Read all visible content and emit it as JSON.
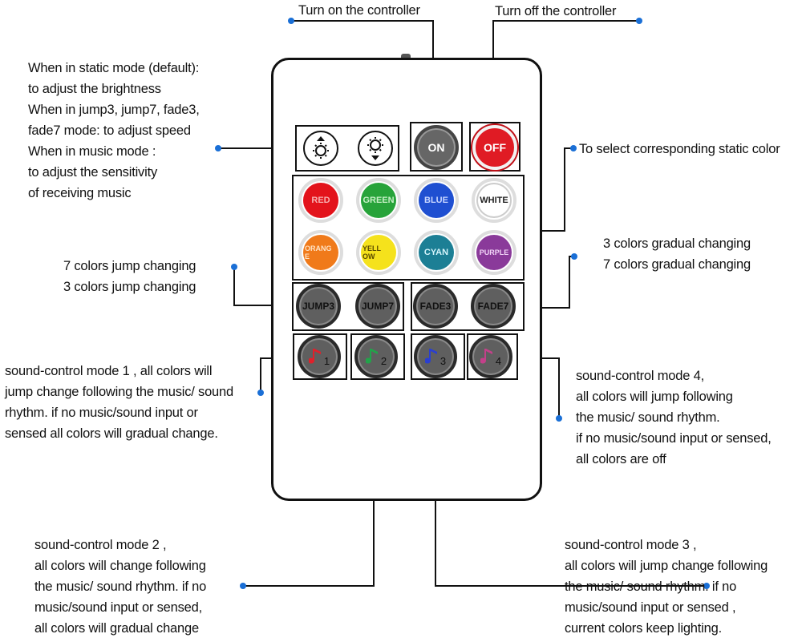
{
  "annotations": {
    "turn_on": [
      "Turn on the controller"
    ],
    "turn_off": [
      "Turn off the controller"
    ],
    "brightness": [
      "When in static mode (default):",
      "to adjust the brightness",
      "When in jump3, jump7, fade3,",
      "fade7 mode: to adjust speed",
      "When in music mode :",
      "to adjust the sensitivity",
      "of receiving music"
    ],
    "static_color": [
      "To select corresponding static color"
    ],
    "gradual": [
      "3 colors gradual changing",
      "7 colors gradual changing"
    ],
    "jump": [
      "7 colors jump changing",
      "3 colors jump changing"
    ],
    "mode1": [
      "sound-control mode 1 , all colors will",
      "jump change following the music/ sound",
      "rhythm. if no music/sound input or",
      "sensed all colors will gradual change."
    ],
    "mode4": [
      "sound-control mode 4,",
      "all colors will jump  following",
      "the music/ sound rhythm.",
      "if no music/sound input or sensed,",
      "all colors are off"
    ],
    "mode2": [
      "sound-control mode 2 ,",
      "all colors will  change following",
      "the music/ sound rhythm. if no",
      "music/sound input or sensed,",
      "all colors will gradual change"
    ],
    "mode3": [
      "sound-control mode 3 ,",
      "all colors will jump change following",
      "the music/ sound rhythm. if no",
      "music/sound input or sensed ,",
      "current colors keep lighting."
    ]
  },
  "remote": {
    "on_label": "ON",
    "off_label": "OFF",
    "colors": [
      {
        "label": "RED",
        "color": "#e3131b",
        "text": "#f7b0b0"
      },
      {
        "label": "GREEN",
        "color": "#27a33a",
        "text": "#c6f0c6"
      },
      {
        "label": "BLUE",
        "color": "#1f4fd1",
        "text": "#c8d6ff"
      },
      {
        "label": "WHITE",
        "color": "#ffffff",
        "text": "#222222"
      },
      {
        "label": "ORANG E",
        "color": "#f07a1a",
        "text": "#ffe2c4"
      },
      {
        "label": "YELL OW",
        "color": "#f5e21c",
        "text": "#5a4a00"
      },
      {
        "label": "CYAN",
        "color": "#1c7f95",
        "text": "#d5f4fb"
      },
      {
        "label": "PURPLE",
        "color": "#8a3a9a",
        "text": "#f1d4f7"
      }
    ],
    "jump3": "JUMP3",
    "jump7": "JUMP7",
    "fade3": "FADE3",
    "fade7": "FADE7",
    "music": [
      {
        "num": "1",
        "note_color": "#e0202a"
      },
      {
        "num": "2",
        "note_color": "#22a34a"
      },
      {
        "num": "3",
        "note_color": "#2a3fd0"
      },
      {
        "num": "4",
        "note_color": "#c4408a"
      }
    ]
  },
  "colors": {
    "line": "#111111",
    "dot": "#1a6fd6",
    "on_button": "#666666",
    "off_button": "#e01b24"
  }
}
